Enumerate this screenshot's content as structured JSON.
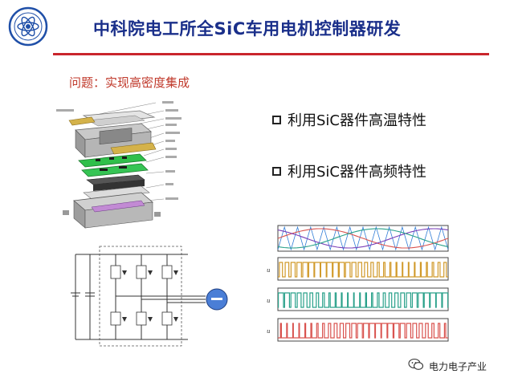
{
  "title": "中科院电工所全SiC车用电机控制器研发",
  "subtitle": "问题：实现高密度集成",
  "bullets": [
    {
      "label": "利用SiC器件高温特性"
    },
    {
      "label": "利用SiC器件高频特性"
    }
  ],
  "footer": {
    "label": "电力电子产业"
  },
  "colors": {
    "title": "#1a2f8a",
    "rule": "#c9252c",
    "subtitle": "#c0392b",
    "wave_u": "#d19a2a",
    "wave_v": "#2aa18a",
    "wave_w": "#d9534f"
  },
  "icons": {
    "logo": "cas-institute-emblem",
    "footer": "wechat-chat-icon",
    "bullet": "hollow-square-bullet"
  }
}
